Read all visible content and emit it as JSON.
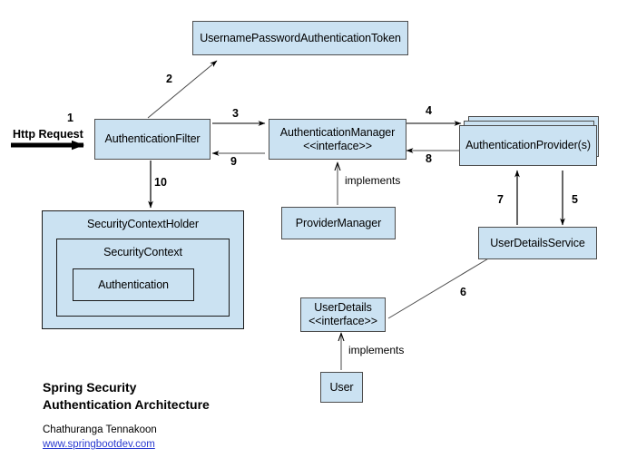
{
  "diagram": {
    "title_line1": "Spring Security",
    "title_line2": "Authentication Architecture",
    "author": "Chathuranga Tennakoon",
    "link": "www.springbootdev.com",
    "colors": {
      "node_fill": "#cbe2f2",
      "node_border": "#4d4d4d",
      "container_border": "#1a1a1a",
      "link_color": "#2a3bd0",
      "text": "#000000"
    }
  },
  "nodes": {
    "token": {
      "label": "UsernamePasswordAuthenticationToken"
    },
    "auth_filter": {
      "label": "AuthenticationFilter"
    },
    "auth_manager": {
      "label": "AuthenticationManager",
      "stereotype": "<<interface>>"
    },
    "auth_provider": {
      "label": "AuthenticationProvider(s)"
    },
    "provider_manager": {
      "label": "ProviderManager"
    },
    "user_details_service": {
      "label": "UserDetailsService"
    },
    "user_details": {
      "label": "UserDetails",
      "stereotype": "<<interface>>"
    },
    "user": {
      "label": "User"
    },
    "security_context_holder": {
      "label": "SecurityContextHolder"
    },
    "security_context": {
      "label": "SecurityContext"
    },
    "authentication": {
      "label": "Authentication"
    }
  },
  "edges": {
    "http_request": "Http Request",
    "n1": "1",
    "n2": "2",
    "n3": "3",
    "n4": "4",
    "n5": "5",
    "n6": "6",
    "n7": "7",
    "n8": "8",
    "n9": "9",
    "n10": "10",
    "implements_manager": "implements",
    "implements_user": "implements"
  }
}
